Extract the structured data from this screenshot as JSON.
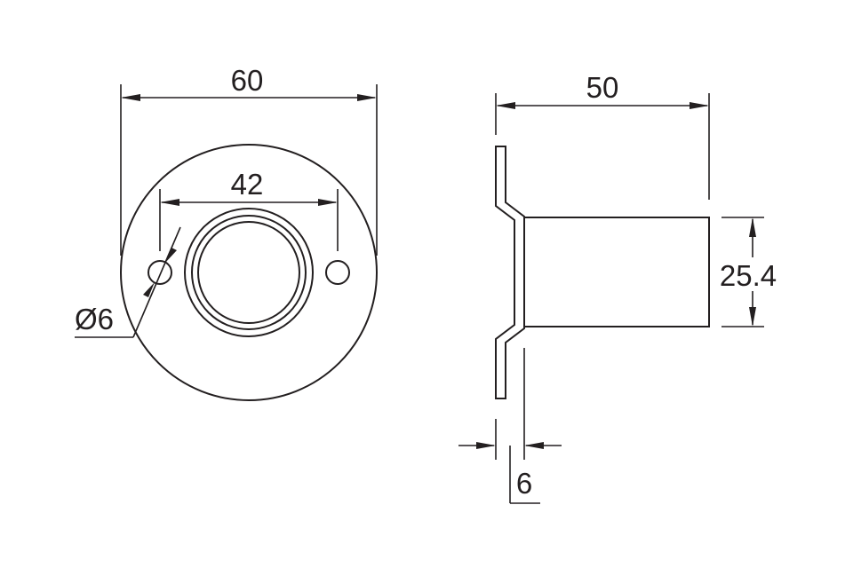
{
  "front_view": {
    "overall_diameter": "60",
    "hole_spacing": "42",
    "hole_diameter": "Ø6"
  },
  "side_view": {
    "length": "50",
    "tube_diameter": "25.4",
    "flange_thickness": "6"
  }
}
